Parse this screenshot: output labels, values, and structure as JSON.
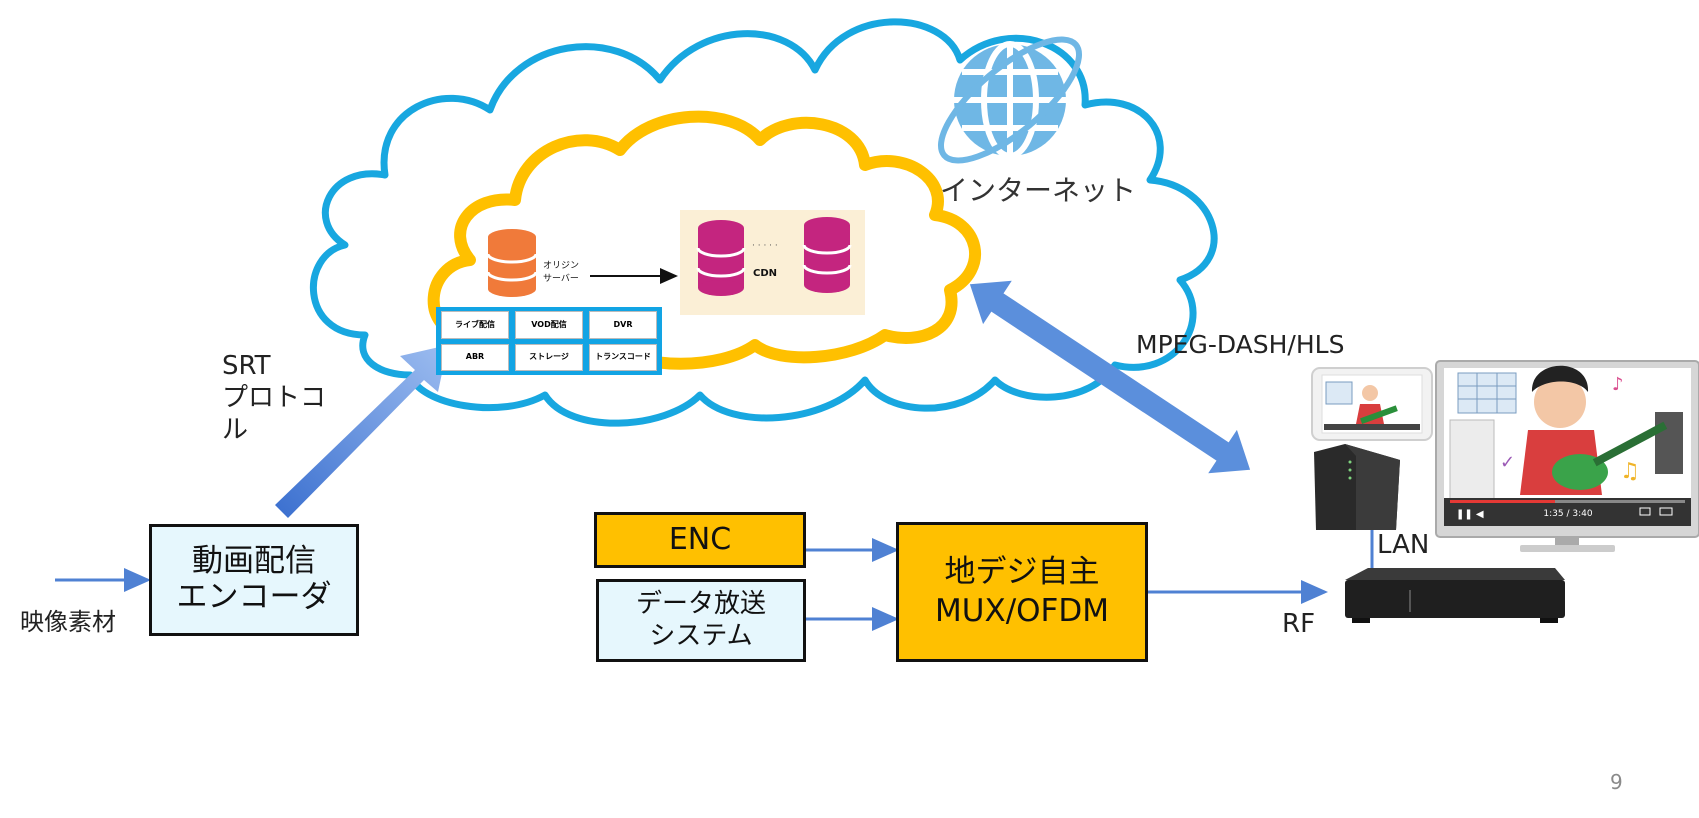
{
  "internet_label": "インターネット",
  "origin_label": [
    "オリジン",
    "サーバー"
  ],
  "cdn_label": "CDN",
  "cdn_dots": "· · · · ·",
  "services": [
    "ライブ配信",
    "VOD配信",
    "DVR",
    "ABR",
    "ストレージ",
    "トランスコード"
  ],
  "srt_label": [
    "SRT",
    "プロトコ",
    "ル"
  ],
  "protocol_label": "MPEG-DASH/HLS",
  "encoder_box": [
    "動画配信",
    "エンコーダ"
  ],
  "source_label": "映像素材",
  "enc_box": "ENC",
  "data_box": [
    "データ放送",
    "システム"
  ],
  "mux_box": [
    "地デジ自主",
    "MUX/OFDM"
  ],
  "lan_label": "LAN",
  "rf_label": "RF",
  "player_time": "1:35 / 3:40",
  "page_number": "9",
  "colors": {
    "internet_cloud": "#18a7e0",
    "cdn_cloud": "#ffc000",
    "origin_db": "#f07a3a",
    "cdn_db": "#c4257f",
    "service_grid": "#12a4e4",
    "arrow": "#4f81d3",
    "enc_fill": "#ffc000",
    "encoder_fill": "#e6f7fd"
  }
}
